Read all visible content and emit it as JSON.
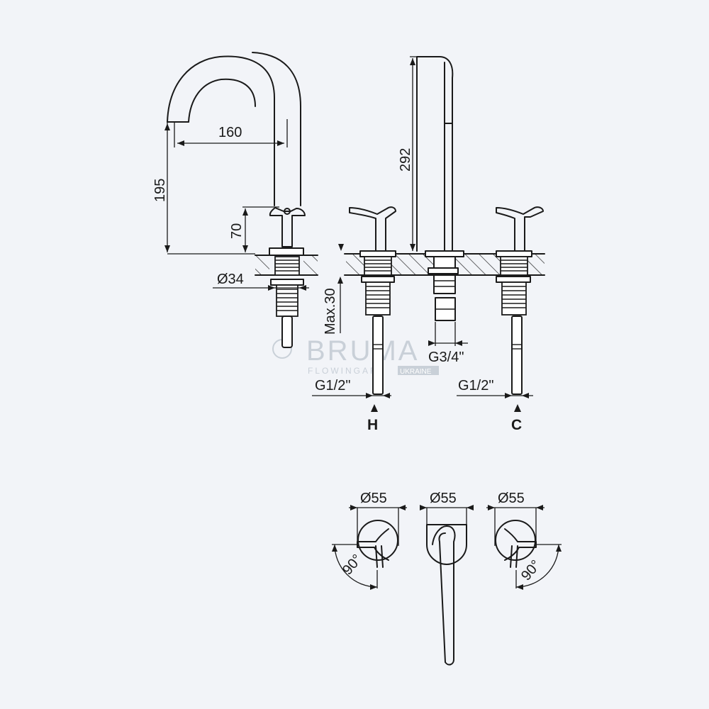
{
  "colors": {
    "background": "#f2f4f8",
    "line": "#1a1a1a",
    "hatch": "#1a1a1a",
    "watermark": "#c9d0d8"
  },
  "watermark": {
    "brand": "BRUMA",
    "tagline": "FLOWINGART",
    "region": "UKRAINE"
  },
  "dimensions": {
    "spout_reach": "160",
    "total_height": "195",
    "handle_height": "70",
    "body_diameter": "Ø34",
    "max_deck_thickness": "Max.30",
    "spout_height": "292",
    "outlet_thread": "G3/4\"",
    "hot_thread": "G1/2\"",
    "cold_thread": "G1/2\""
  },
  "supply": {
    "hot": "H",
    "cold": "C"
  },
  "top_view": {
    "left_rosette": "Ø55",
    "middle_rosette": "Ø55",
    "right_rosette": "Ø55",
    "left_angle": "90°",
    "right_angle": "90°"
  }
}
